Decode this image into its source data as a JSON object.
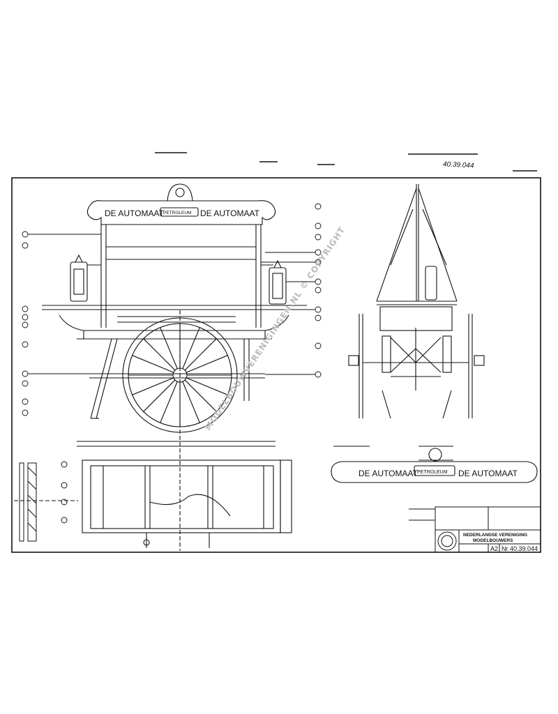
{
  "sheet_mark": "40.39.044",
  "signboard": {
    "left_text": "DE AUTOMAAT",
    "center_text": "PETROLEUM",
    "right_text": "DE AUTOMAAT"
  },
  "plan_signboard": {
    "left_text": "DE AUTOMAAT",
    "center_text": "PETROLEUM",
    "right_text": "DE AUTOMAAT"
  },
  "watermark": "MODELBOUWVERENIGINGEN.NL © COPYRIGHT",
  "title_block": {
    "organisation_line1": "NEDERLANDSE VERENIGING",
    "organisation_line2": "MODELBOUWERS",
    "sheet_size": "A2",
    "drawing_number": "Nr 40.39.044"
  }
}
